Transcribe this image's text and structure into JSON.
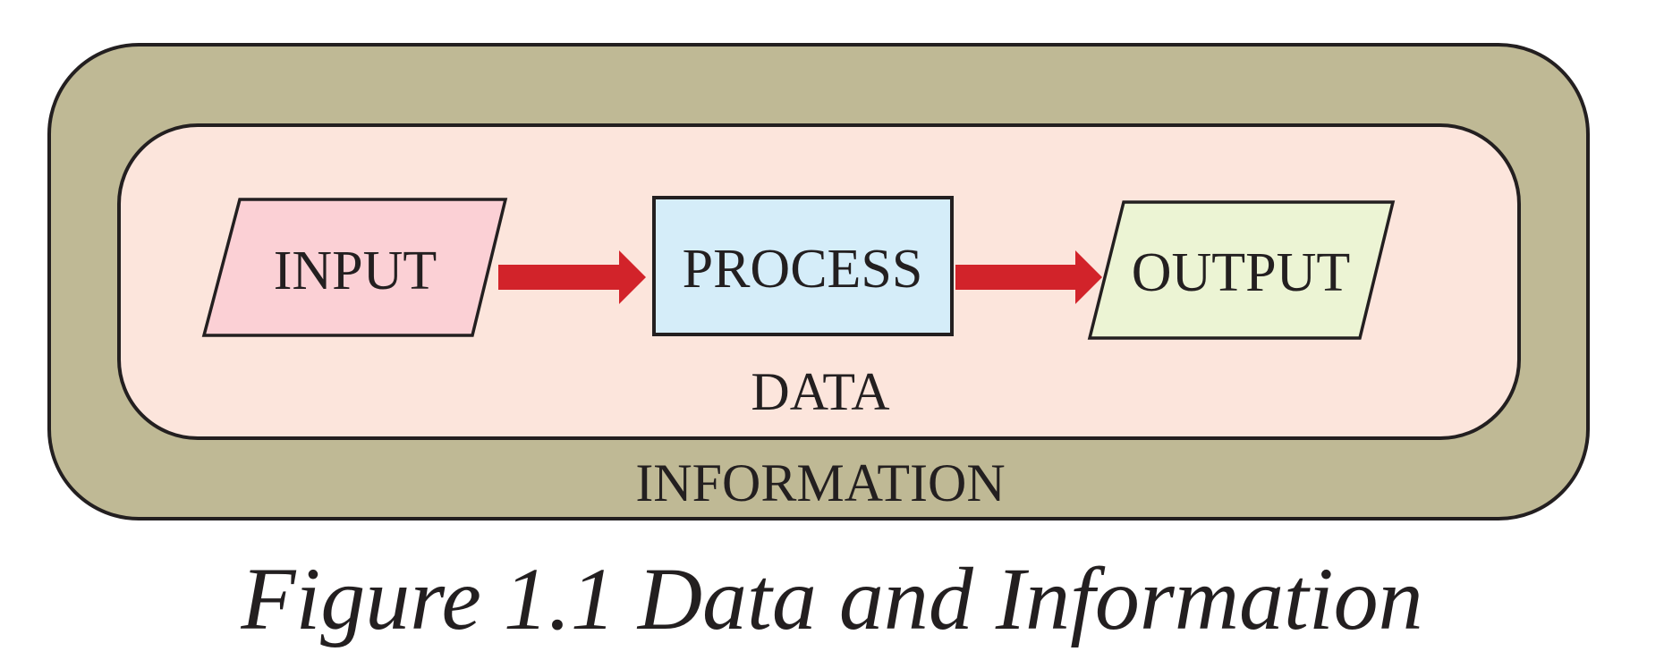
{
  "diagram": {
    "outer_container": {
      "label": "INFORMATION"
    },
    "inner_container": {
      "label": "DATA"
    },
    "nodes": {
      "input": {
        "label": "INPUT",
        "shape": "parallelogram"
      },
      "process": {
        "label": "PROCESS",
        "shape": "rectangle"
      },
      "output": {
        "label": "OUTPUT",
        "shape": "parallelogram"
      }
    },
    "edges": [
      {
        "from": "INPUT",
        "to": "PROCESS"
      },
      {
        "from": "PROCESS",
        "to": "OUTPUT"
      }
    ],
    "colors": {
      "outer_fill": "#bfb995",
      "inner_fill": "#fce5dc",
      "input_fill": "#fbd0d5",
      "process_fill": "#d5edf9",
      "output_fill": "#ecf4d4",
      "arrow": "#d2232a",
      "stroke": "#231f20"
    }
  },
  "caption": "Figure 1.1 Data and Information"
}
